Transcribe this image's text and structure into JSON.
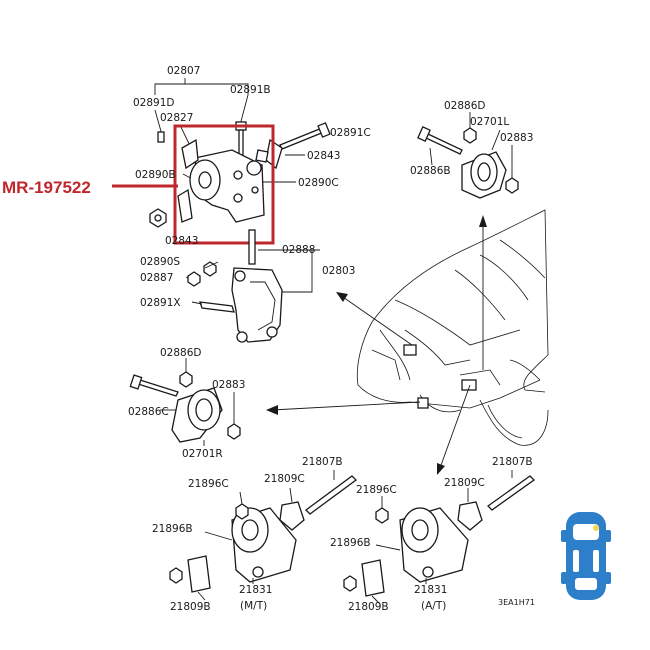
{
  "highlight": {
    "part_number": "MR-197522",
    "color": "#c0272d"
  },
  "labels": {
    "l02807": "02807",
    "l02891d": "02891D",
    "l02891b": "02891B",
    "l02827": "02827",
    "l02891c": "02891C",
    "l02843_top": "02843",
    "l02890b": "02890B",
    "l02890c": "02890C",
    "l02843_bot": "02843",
    "l02888": "02888",
    "l02890s": "02890S",
    "l02887": "02887",
    "l02803": "02803",
    "l02891x": "02891X",
    "l02886d_left": "02886D",
    "l02883_left": "02883",
    "l02886c": "02886C",
    "l02701r": "02701R",
    "l02886d_right": "02886D",
    "l02701l": "02701L",
    "l02883_right": "02883",
    "l02886b": "02886B",
    "l21807b_left": "21807B",
    "l21896c_left": "21896C",
    "l21809c_left": "21809C",
    "l21896b_left": "21896B",
    "l21831_left": "21831",
    "l21809b_left": "21809B",
    "l_mt": "(M/T)",
    "l21807b_right": "21807B",
    "l21896c_right": "21896C",
    "l21809c_right": "21809C",
    "l21896b_right": "21896B",
    "l21831_right": "21831",
    "l21809b_right": "21809B",
    "l_at": "(A/T)",
    "code": "3EA1H71"
  },
  "badge": {
    "icon": "car-top-view-icon",
    "color": "#2e7fc9"
  }
}
